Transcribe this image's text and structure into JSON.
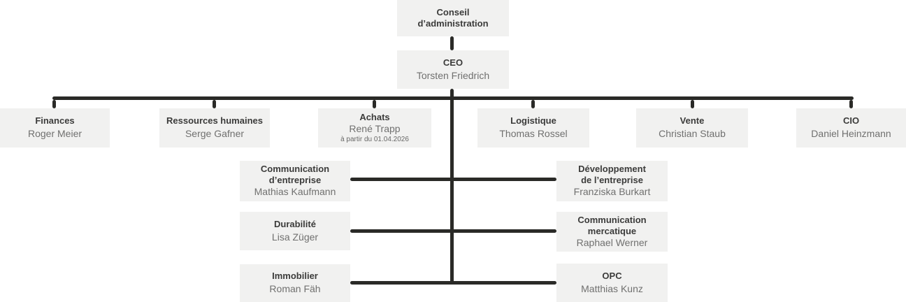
{
  "palette": {
    "background": "#ffffff",
    "box_bg": "#f1f1f0",
    "edge": "#2a2a27",
    "title_text": "#3b3b3a",
    "name_text": "#70706f"
  },
  "board": {
    "title": "Conseil\nd’administration"
  },
  "ceo": {
    "title": "CEO",
    "name": "Torsten Friedrich"
  },
  "departments": [
    {
      "title": "Finances",
      "name": "Roger Meier"
    },
    {
      "title": "Ressources humaines",
      "name": "Serge Gafner"
    },
    {
      "title": "Achats",
      "name": "René Trapp",
      "note": "à partir du 01.04.2026"
    },
    {
      "title": "Logistique",
      "name": "Thomas Rossel"
    },
    {
      "title": "Vente",
      "name": "Christian Staub"
    },
    {
      "title": "CIO",
      "name": "Daniel Heinzmann"
    }
  ],
  "staff_left": [
    {
      "title": "Communication\nd’entreprise",
      "name": "Mathias Kaufmann"
    },
    {
      "title": "Durabilité",
      "name": "Lisa Züger"
    },
    {
      "title": "Immobilier",
      "name": "Roman Fäh"
    }
  ],
  "staff_right": [
    {
      "title": "Développement\nde l’entreprise",
      "name": "Franziska Burkart"
    },
    {
      "title": "Communication\nmercatique",
      "name": "Raphael Werner"
    },
    {
      "title": "OPC",
      "name": "Matthias Kunz"
    }
  ]
}
